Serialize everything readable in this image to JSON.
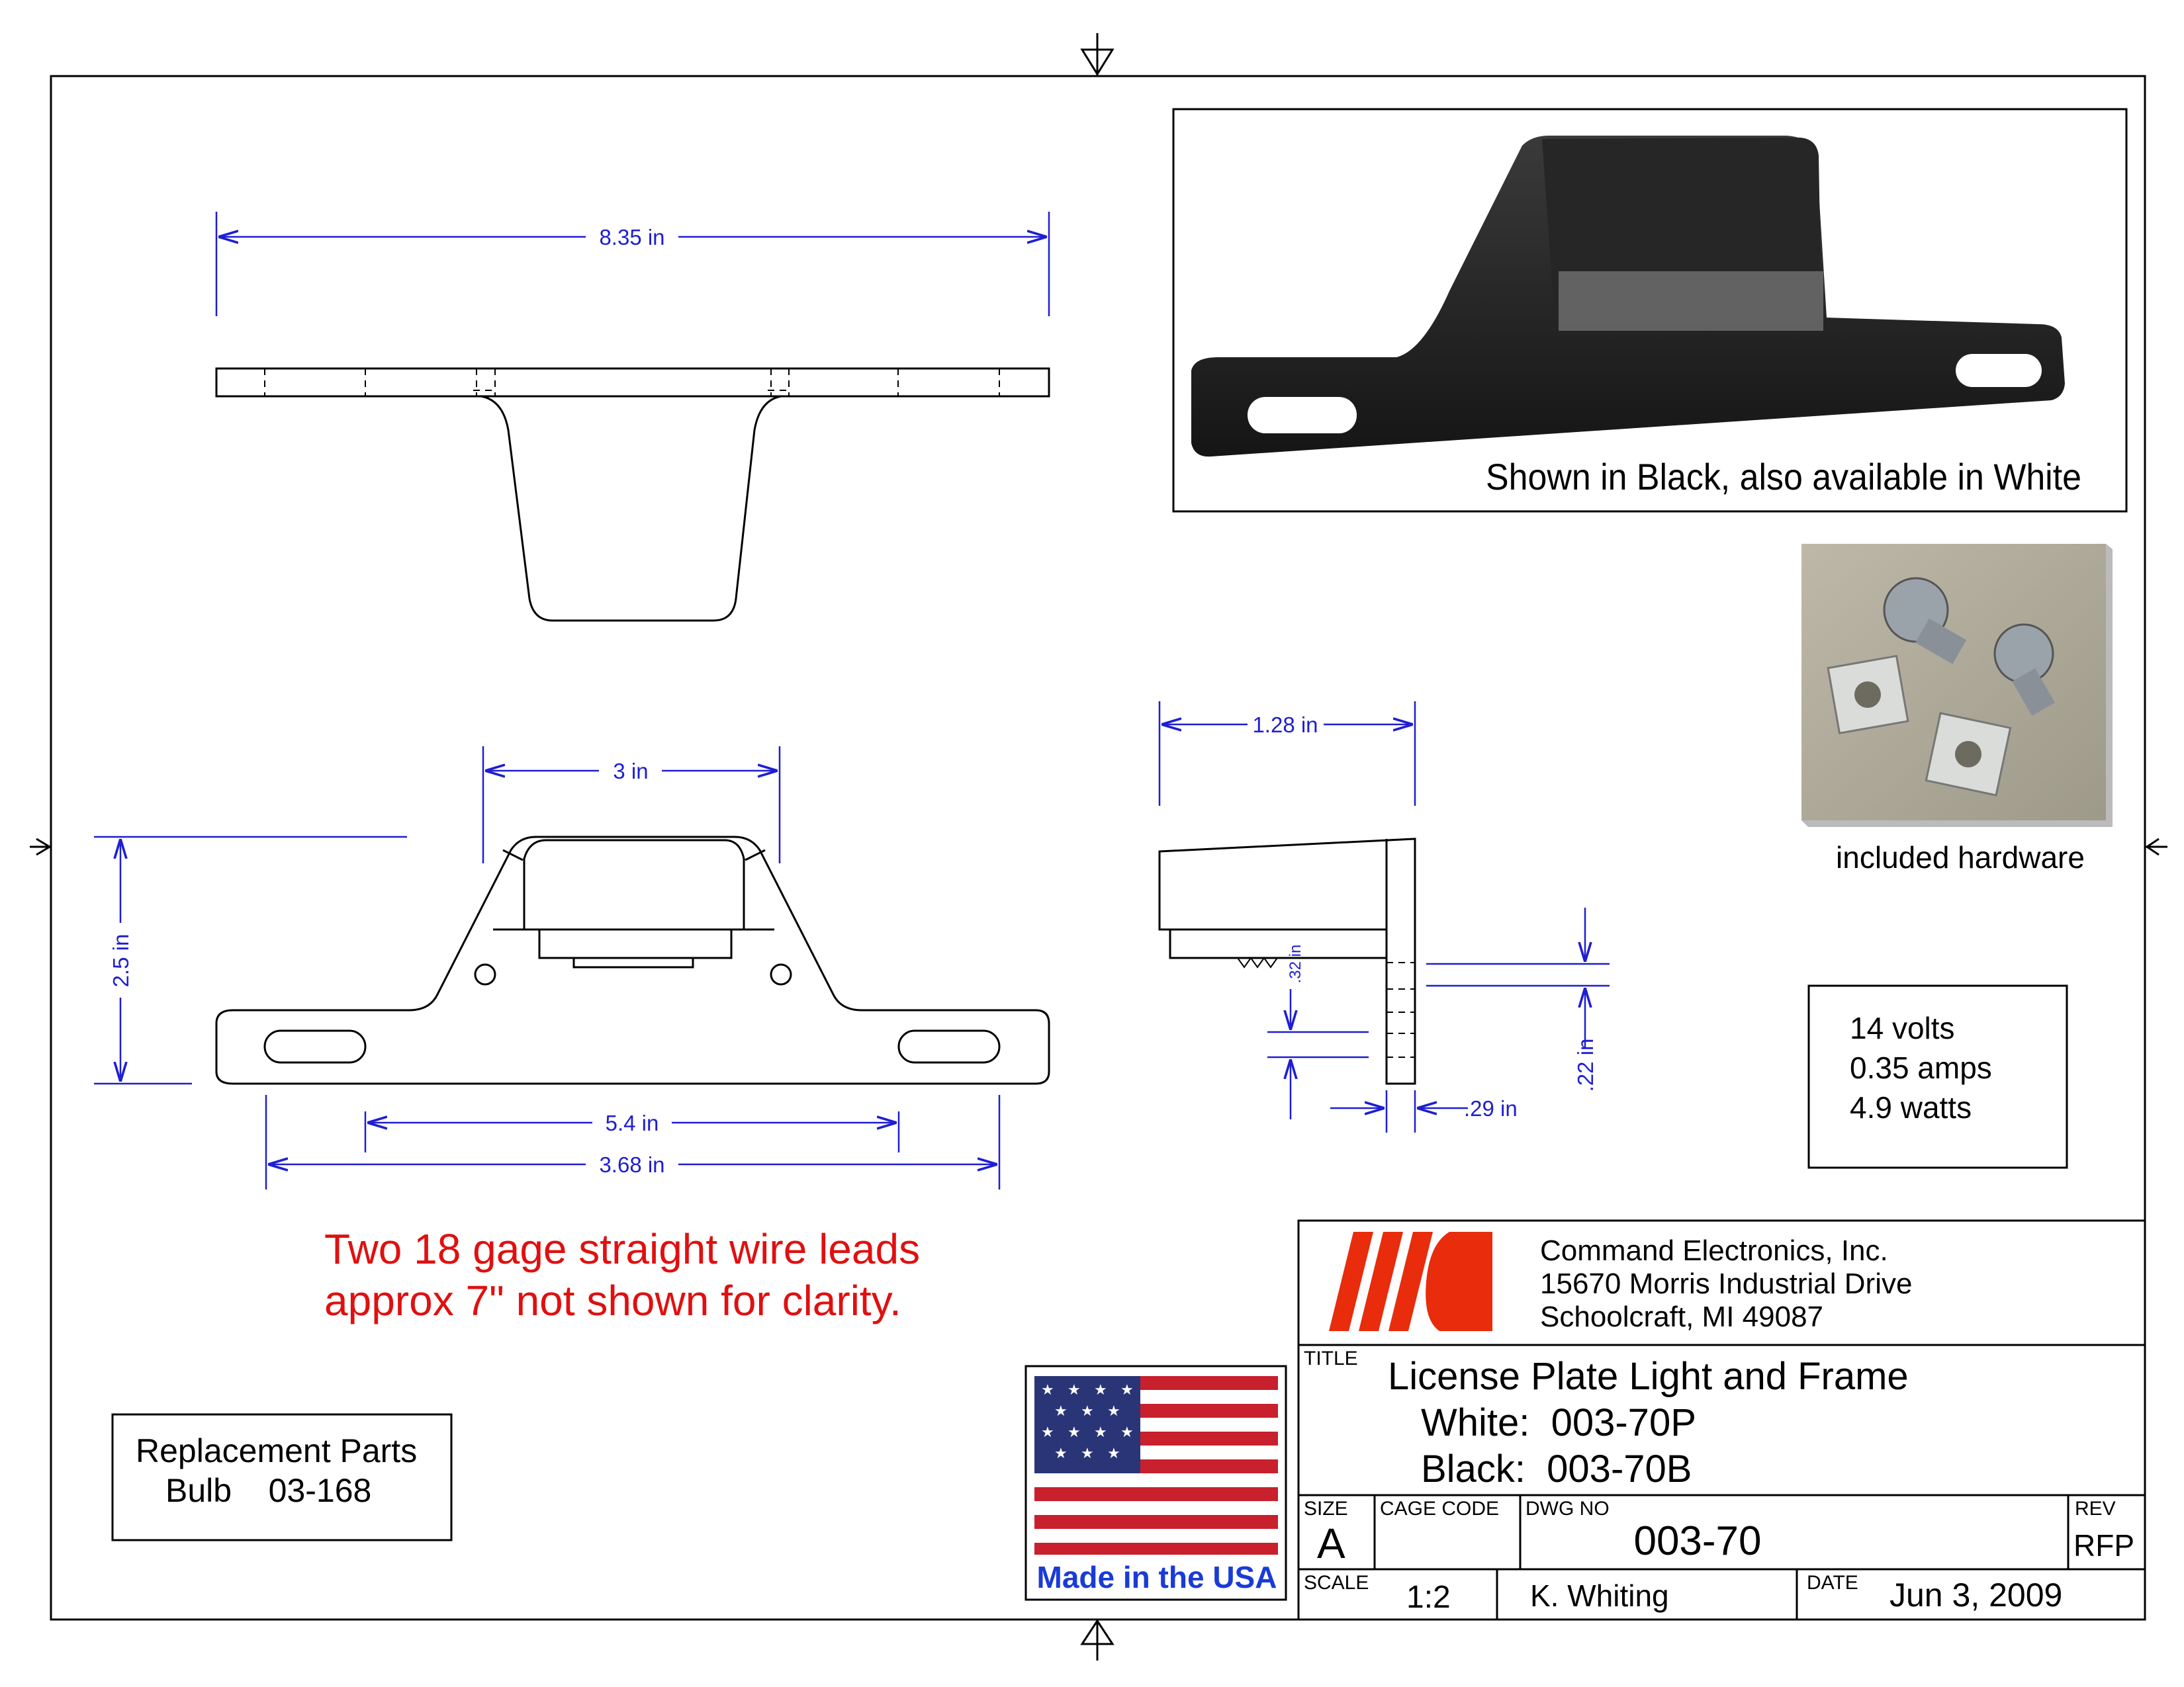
{
  "dimensions": {
    "overall_width": "8.35 in",
    "lamp_width": "3 in",
    "height": "2.5 in",
    "slot_spacing": "5.4 in",
    "slot_outer": "3.68 in",
    "side_depth": "1.28 in",
    "side_thickness": ".32 in",
    "side_offset": ".22 in",
    "side_plate": ".29 in"
  },
  "photo": {
    "caption": "Shown in Black, also available in White"
  },
  "hardware": {
    "caption": "included hardware"
  },
  "electrical": [
    "14 volts",
    "0.35 amps",
    "4.9 watts"
  ],
  "wire_note": [
    "Two 18 gage straight wire leads",
    "approx 7\" not shown for clarity."
  ],
  "replacement": {
    "title": "Replacement Parts",
    "line": "Bulb    03-168"
  },
  "flag": {
    "caption": "Made in the USA"
  },
  "title_block": {
    "company": [
      "Command Electronics, Inc.",
      "15670 Morris Industrial Drive",
      "Schoolcraft, MI  49087"
    ],
    "title_label": "TITLE",
    "title": [
      "License Plate Light and Frame",
      "White:  003-70P",
      "Black:  003-70B"
    ],
    "size_label": "SIZE",
    "size": "A",
    "cage_label": "CAGE CODE",
    "dwg_label": "DWG NO",
    "dwg_no": "003-70",
    "rev_label": "REV",
    "rev": "RFP",
    "scale_label": "SCALE",
    "scale": "1:2",
    "drawn_by": "K. Whiting",
    "date_label": "DATE",
    "date": "Jun 3, 2009"
  },
  "colors": {
    "dimension": "#1e1ed2",
    "note_red": "#e01010",
    "logo_red": "#e82c0c"
  }
}
